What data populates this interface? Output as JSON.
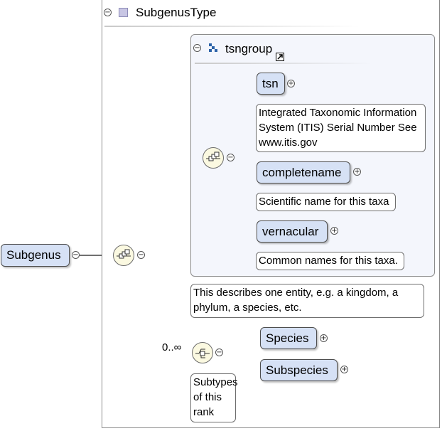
{
  "complex_type": {
    "name": "SubgenusType"
  },
  "group": {
    "name": "tsngroup"
  },
  "root_element": {
    "name": "Subgenus"
  },
  "group_children": [
    {
      "name": "tsn",
      "annotation": "Integrated Taxonomic Information System (ITIS) Serial Number See www.itis.gov"
    },
    {
      "name": "completename",
      "annotation": "Scientific name for this taxa"
    },
    {
      "name": "vernacular",
      "annotation": "Common names for this taxa."
    }
  ],
  "group_annotation": "This describes one entity, e.g. a kingdom, a phylum, a species, etc.",
  "choice": {
    "multiplicity": "0..∞",
    "annotation": "Subtypes of this rank",
    "children": [
      "Species",
      "Subspecies"
    ]
  },
  "icons": {
    "collapse": "minus-circle-icon",
    "expand": "plus-circle-icon",
    "sequence": "sequence-compositor-icon",
    "choice": "choice-compositor-icon",
    "complex_type": "complex-type-icon",
    "group": "group-icon",
    "link": "link-arrow-icon"
  }
}
